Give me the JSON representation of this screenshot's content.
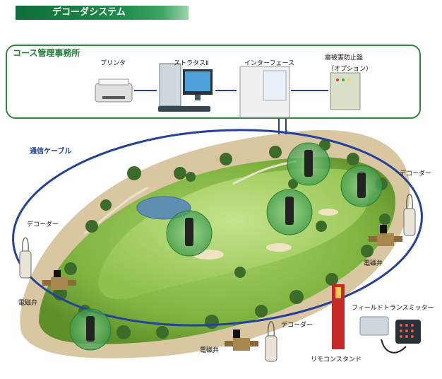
{
  "title": "デコーダシステム",
  "office": {
    "label": "コース管理事務所",
    "printer_label": "プリンタ",
    "computer_label": "ストラタスⅡ",
    "interface_label": "インターフェース",
    "lightning_label": "雷被害防止盤",
    "lightning_sub": "（オプション）"
  },
  "cable_label": "通信ケーブル",
  "decoder_labels": [
    "デコーダー",
    "デコーダー",
    "デコーダー"
  ],
  "valve_labels": [
    "電磁弁",
    "電磁弁",
    "電磁弁"
  ],
  "remote_stand_label": "リモコンスタンド",
  "transmitter_label": "フィールドトランスミッター",
  "colors": {
    "title_bg": "#1d8a4a",
    "office_border": "#2b8a3e",
    "cable": "#23409a",
    "grass": "#7fb33f",
    "sprinkler_circle": "#5cb85c"
  }
}
